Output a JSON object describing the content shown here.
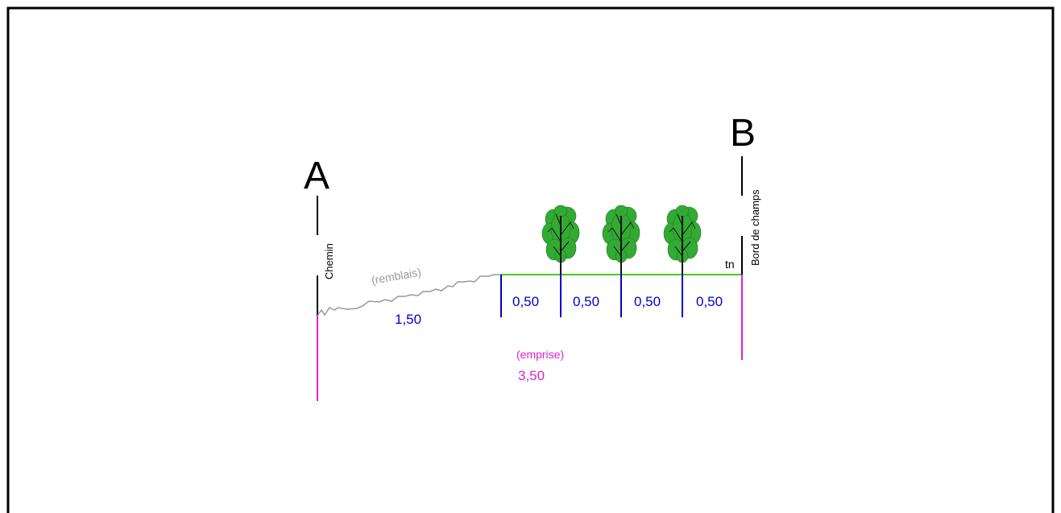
{
  "labels": {
    "point_a": "A",
    "point_b": "B",
    "chemin": "Chemin",
    "bord_de_champs": "Bord de champs",
    "tn": "tn",
    "remblais": "(remblais)",
    "remblais_width": "1,50",
    "emprise": "(emprise)",
    "emprise_width": "3,50",
    "spacings": [
      "0,50",
      "0,50",
      "0,50",
      "0,50"
    ]
  },
  "colors": {
    "frame": "#000000",
    "dimension": "#0000cc",
    "emprise": "#e020d0",
    "ground": "#44cc22",
    "remblais": "#999999",
    "tree_foliage": "#33aa33",
    "tree_trunk": "#111111"
  },
  "trees": [
    {
      "name": "tree-1"
    },
    {
      "name": "tree-2"
    },
    {
      "name": "tree-3"
    }
  ]
}
